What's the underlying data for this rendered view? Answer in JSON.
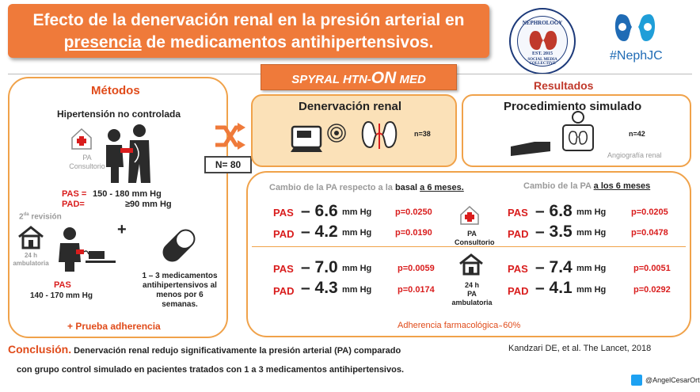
{
  "banner": {
    "line1": "Efecto de la denervación renal en la presión arterial en",
    "line2_underlined": "presencia",
    "line2_rest": " de medicamentos antihipertensivos."
  },
  "logo": {
    "top": "NEPHROLOGY",
    "est": "EST. 2015",
    "bottom": "SOCIAL MEDIA COLLECTIVE"
  },
  "hashtag": "#NephJC",
  "metodos": {
    "title": "Métodos",
    "subtitle": "Hipertensión no controlada",
    "pa_consultorio": "PA Consultorio",
    "pas_label": "PAS =",
    "pas_value": "150 - 180 mm Hg",
    "pad_label": "PAD=",
    "pad_value": "≥90 mm Hg",
    "revision_num": "2",
    "revision_sup": "da",
    "revision_word": " revisión",
    "ambulatoria": "24 h ambulatoria",
    "pas2_label": "PAS",
    "pas2_value": "140 - 170 mm Hg",
    "plus": "+",
    "meds": "1 – 3 medicamentos antihipertensivos al menos por 6 semanas.",
    "adherencia": "+ Prueba adherencia"
  },
  "trial": {
    "prefix": "SPYRAL HTN-",
    "on": "ON",
    "suffix": " MED",
    "n_total": "N= 80"
  },
  "resultados": {
    "title": "Resultados",
    "denervacion": {
      "title": "Denervación renal",
      "n": "n=38"
    },
    "simulado": {
      "title": "Procedimiento simulado",
      "n": "n=42",
      "note": "Angiografía renal"
    },
    "header_left_pre": "Cambio de la PA respecto a la ",
    "header_left_bold": "basal ",
    "header_left_ul": "a 6 meses.",
    "header_right_pre": "Cambio de la PA ",
    "header_right_ul": "a los 6 meses",
    "office_label": "PA Consultorio",
    "amb_label_1": "24 h",
    "amb_label_2": "PA ambulatoria",
    "unit": "mm Hg",
    "rows": [
      {
        "label": "PAS",
        "left_val": "– 6.6",
        "left_p": "p=0.0250",
        "right_val": "– 6.8",
        "right_p": "p=0.0205"
      },
      {
        "label": "PAD",
        "left_val": "– 4.2",
        "left_p": "p=0.0190",
        "right_val": "– 3.5",
        "right_p": "p=0.0478"
      },
      {
        "label": "PAS",
        "left_val": "– 7.0",
        "left_p": "p=0.0059",
        "right_val": "– 7.4",
        "right_p": "p=0.0051"
      },
      {
        "label": "PAD",
        "left_val": "– 4.3",
        "left_p": "p=0.0174",
        "right_val": "– 4.1",
        "right_p": "p=0.0292"
      }
    ],
    "adherencia": "Adherencia farmacológica ̴ 60%"
  },
  "conclusion": {
    "label": "Conclusión.",
    "text1": " Denervación renal redujo significativamente la presión arterial (PA) comparado",
    "text2": "con grupo control simulado en pacientes tratados con 1 a 3 medicamentos antihipertensivos."
  },
  "citation": "Kandzari DE, et al. The Lancet, 2018",
  "twitter": "@AngelCesarOrtiz",
  "colors": {
    "accent": "#ef7a3a",
    "panel_border": "#f0a24a",
    "red": "#d91d1d",
    "tan": "#fbe1b8"
  }
}
